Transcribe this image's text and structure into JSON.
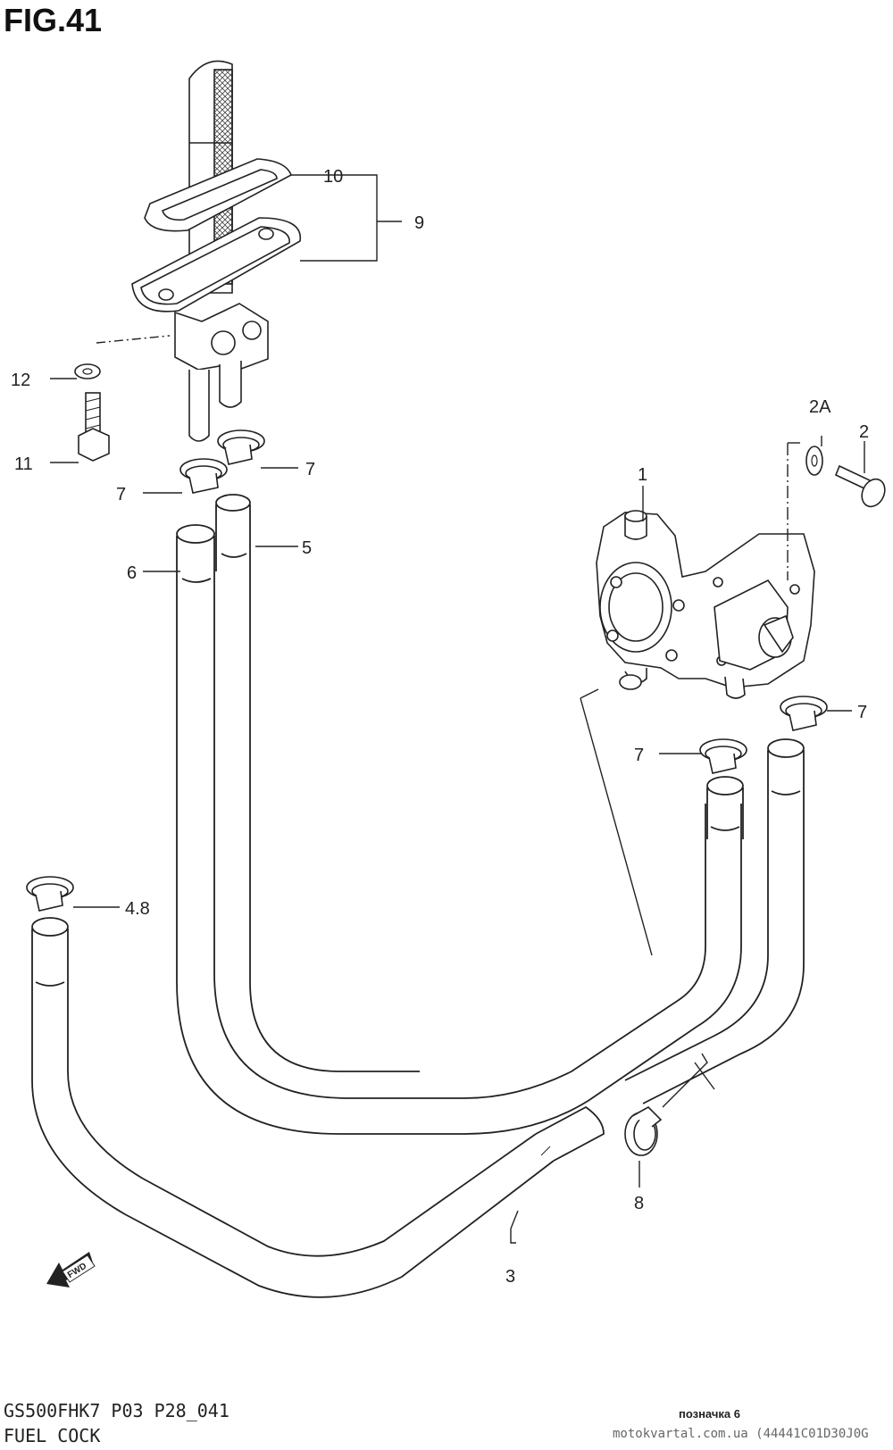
{
  "figure": {
    "title": "FIG.41",
    "model_code": "GS500FHK7  P03 P28_041",
    "description": "FUEL COCK",
    "note": "позначка 6",
    "watermark": "motokvartal.com.ua (44441C01D30J0G"
  },
  "callouts": [
    {
      "id": "c10",
      "label": "10"
    },
    {
      "id": "c9",
      "label": "9"
    },
    {
      "id": "c12",
      "label": "12"
    },
    {
      "id": "c11",
      "label": "11"
    },
    {
      "id": "c7a",
      "label": "7"
    },
    {
      "id": "c7b",
      "label": "7"
    },
    {
      "id": "c5",
      "label": "5"
    },
    {
      "id": "c6",
      "label": "6"
    },
    {
      "id": "c1",
      "label": "1"
    },
    {
      "id": "c2A",
      "label": "2A"
    },
    {
      "id": "c2",
      "label": "2"
    },
    {
      "id": "c7c",
      "label": "7"
    },
    {
      "id": "c7d",
      "label": "7"
    },
    {
      "id": "c48",
      "label": "4.8"
    },
    {
      "id": "c8",
      "label": "8"
    },
    {
      "id": "c3",
      "label": "3"
    }
  ],
  "fwd_label": "FWD"
}
